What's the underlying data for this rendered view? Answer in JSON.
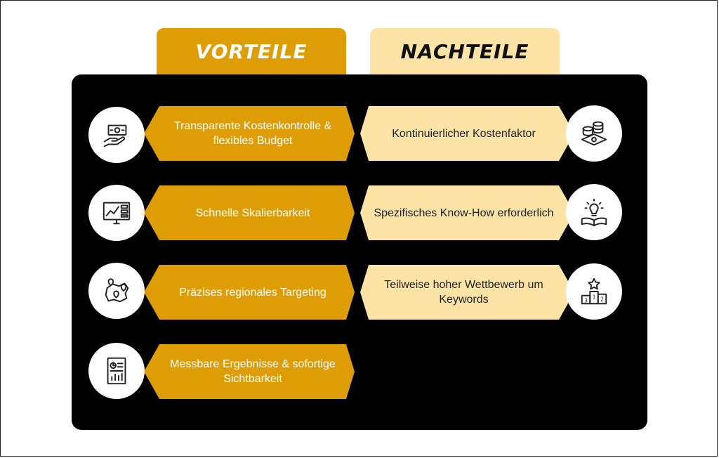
{
  "headers": {
    "pros": "VORTEILE",
    "cons": "NACHTEILE"
  },
  "pros": [
    {
      "text": "Transparente Kostenkontrolle & flexibles Budget",
      "icon": "money-hand-icon"
    },
    {
      "text": "Schnelle Skalierbarkeit",
      "icon": "monitor-chart-icon"
    },
    {
      "text": "Präzises regionales Targeting",
      "icon": "map-pins-icon"
    },
    {
      "text": "Messbare Ergebnisse & sofortige Sichtbarkeit",
      "icon": "report-document-icon"
    }
  ],
  "cons": [
    {
      "text": "Kontinuierlicher Kostenfaktor",
      "icon": "coins-money-icon"
    },
    {
      "text": "Spezifisches Know-How erforderlich",
      "icon": "lightbulb-book-icon"
    },
    {
      "text": "Teilweise hoher Wettbewerb um Keywords",
      "icon": "podium-star-icon"
    }
  ],
  "podium_labels": [
    "3",
    "1",
    "2"
  ],
  "colors": {
    "pro": "#de9d04",
    "con": "#fde3a6",
    "panel": "#000000"
  }
}
